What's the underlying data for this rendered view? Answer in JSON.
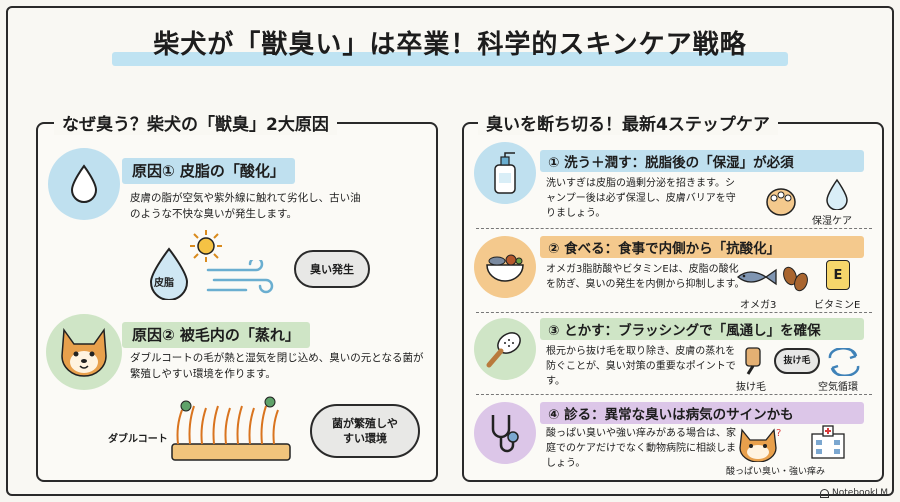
{
  "title": "柴犬が「獣臭い」は卒業！科学的スキンケア戦略",
  "left_panel": {
    "heading": "なぜ臭う？柴犬の「獣臭」2大原因",
    "cause1": {
      "title": "原因① 皮脂の「酸化」",
      "text": "皮膚の脂が空気や紫外線に触れて劣化し、古い油のような不快な臭いが発生します。",
      "drop_label": "皮脂",
      "cloud_label": "臭い発生",
      "color": "#cbe6f2"
    },
    "cause2": {
      "title": "原因② 被毛内の「蒸れ」",
      "text": "ダブルコートの毛が熱と湿気を閉じ込め、臭いの元となる菌が繁殖しやすい環境を作ります。",
      "coat_label": "ダブルコート",
      "cloud_label": "菌が繁殖しやすい環境",
      "color": "#d9ead3"
    }
  },
  "right_panel": {
    "heading": "臭いを断ち切る！最新4ステップケア",
    "steps": [
      {
        "title": "① 洗う＋潤す：脱脂後の「保湿」が必須",
        "text": "洗いすぎは皮脂の過剰分泌を招きます。シャンプー後は必ず保湿し、皮膚バリアを守りましょう。",
        "icon_label": "保湿ケア",
        "color": "#cbe6f2"
      },
      {
        "title": "② 食べる：食事で内側から「抗酸化」",
        "text": "オメガ3脂肪酸やビタミンEは、皮脂の酸化を防ぎ、臭いの発生を内側から抑制します。",
        "icon_label_1": "オメガ3",
        "icon_label_2": "ビタミンE",
        "vitamin_letter": "E",
        "color": "#f6d2a8"
      },
      {
        "title": "③ とかす：ブラッシングで「風通し」を確保",
        "text": "根元から抜け毛を取り除き、皮膚の蒸れを防ぐことが、臭い対策の重要なポイントです。",
        "icon_label_1": "抜け毛",
        "icon_label_2": "空気循環",
        "cloud_label": "抜け毛",
        "color": "#d9ead3"
      },
      {
        "title": "④ 診る：異常な臭いは病気のサインかも",
        "text": "酸っぱい臭いや強い痒みがある場合は、家庭でのケアだけでなく動物病院に相談しましょう。",
        "icon_label": "酸っぱい臭い・強い痒み",
        "color": "#e3d3ec"
      }
    ]
  },
  "watermark": "NotebookLM"
}
